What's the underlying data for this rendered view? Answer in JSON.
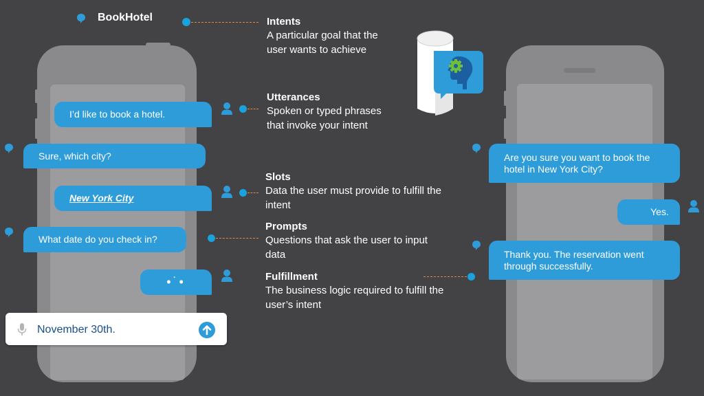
{
  "app_title": "BookHotel",
  "concepts": [
    {
      "title": "Intents",
      "desc": "A particular goal that the\nuser wants to achieve"
    },
    {
      "title": "Utterances",
      "desc": "Spoken or typed phrases\nthat invoke your intent"
    },
    {
      "title": "Slots",
      "desc": "Data the user must provide to fulfill the\nintent"
    },
    {
      "title": "Prompts",
      "desc": "Questions that ask the user to input\ndata"
    },
    {
      "title": "Fulfillment",
      "desc": "The business logic required to fulfill the\nuser’s intent"
    }
  ],
  "left_chat": {
    "user_msg_1": "I’d like to book a hotel.",
    "bot_msg_1": "Sure, which city?",
    "user_msg_2": "New York City",
    "bot_msg_2": "What date do you check in?",
    "typing": "•˙•",
    "input_value": "November 30th."
  },
  "right_chat": {
    "bot_msg_1": "Are you sure you want to book the\nhotel in New York City?",
    "user_msg_1": "Yes.",
    "bot_msg_2": "Thank you. The reservation went\nthrough successfully."
  },
  "colors": {
    "accent": "#2d9cd9",
    "background": "#434346",
    "dash": "#e08a4a"
  },
  "icons": [
    "chat-bubble-icon",
    "user-icon",
    "microphone-icon",
    "send-arrow-icon",
    "gear-icon",
    "smart-speaker-icon"
  ]
}
